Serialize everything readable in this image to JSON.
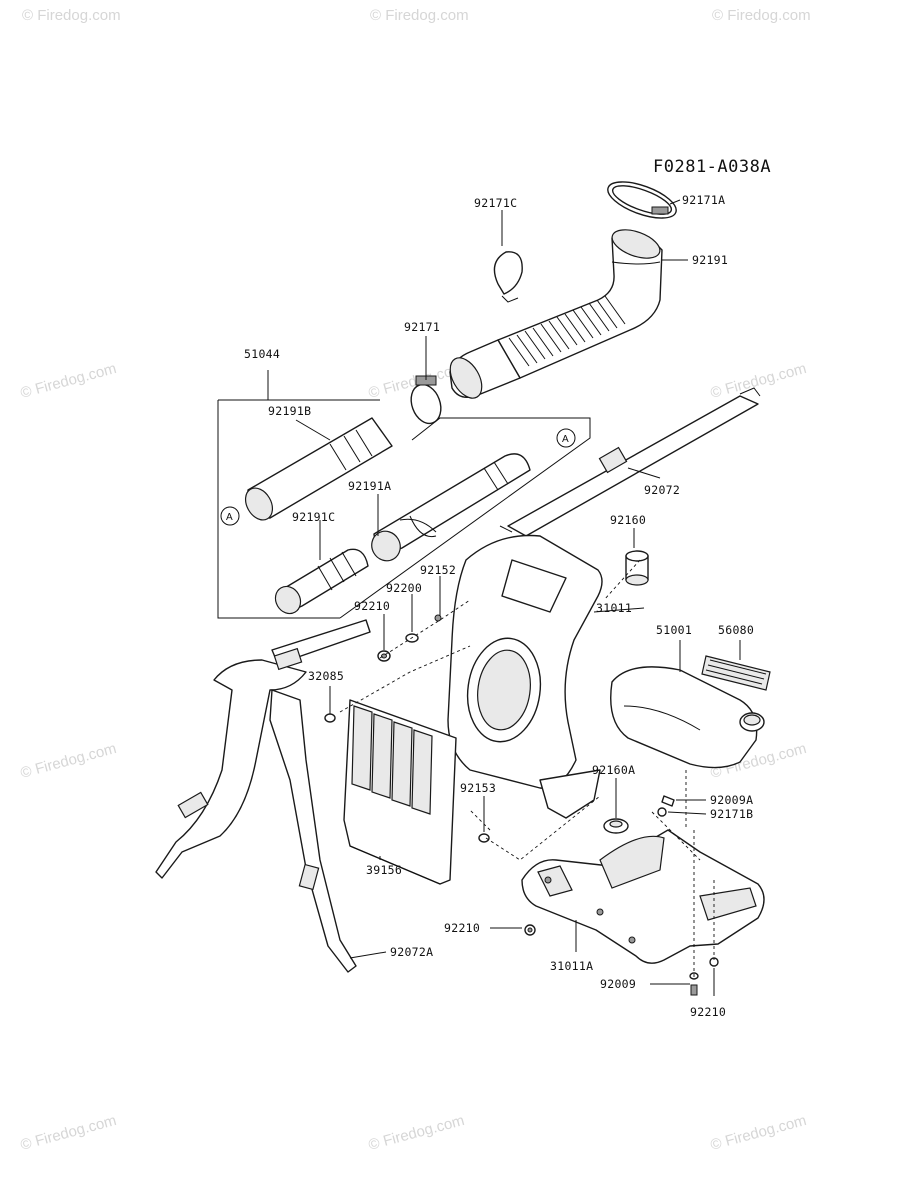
{
  "diagram_code": "F0281-A038A",
  "watermark_text": "© Firedog.com",
  "reference_marker": "A",
  "parts": [
    {
      "id": "92171C"
    },
    {
      "id": "92171A"
    },
    {
      "id": "92191"
    },
    {
      "id": "92171"
    },
    {
      "id": "51044"
    },
    {
      "id": "92191B"
    },
    {
      "id": "92191A"
    },
    {
      "id": "92191C"
    },
    {
      "id": "92072"
    },
    {
      "id": "92160"
    },
    {
      "id": "92152"
    },
    {
      "id": "92200"
    },
    {
      "id": "92210"
    },
    {
      "id": "31011"
    },
    {
      "id": "51001"
    },
    {
      "id": "56080"
    },
    {
      "id": "32085"
    },
    {
      "id": "92160A"
    },
    {
      "id": "92009A"
    },
    {
      "id": "92171B"
    },
    {
      "id": "92153"
    },
    {
      "id": "39156"
    },
    {
      "id": "92210"
    },
    {
      "id": "31011A"
    },
    {
      "id": "92009"
    },
    {
      "id": "92210"
    },
    {
      "id": "92072A"
    }
  ]
}
